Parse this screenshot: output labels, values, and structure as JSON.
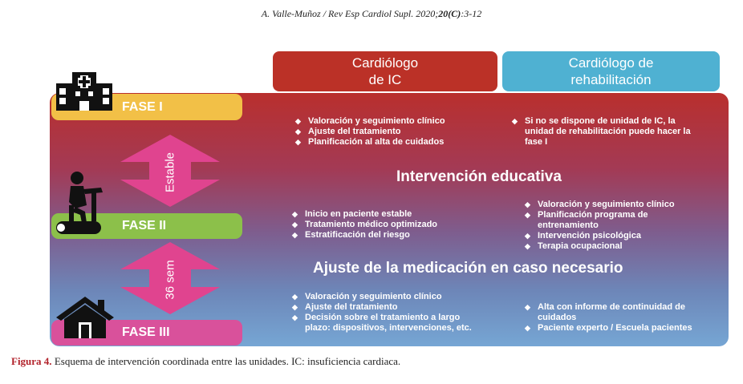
{
  "header": {
    "author_journal": "A. Valle-Muñoz / Rev Esp Cardiol Supl. 2020;",
    "volume": "20(C)",
    "pages": ":3-12"
  },
  "columns": {
    "ic": [
      "Cardiólogo",
      "de IC"
    ],
    "rehab": [
      "Cardiólogo de",
      "rehabilitación"
    ]
  },
  "phases": {
    "fase1": "FASE I",
    "fase2": "FASE II",
    "fase3": "FASE III"
  },
  "arrows": {
    "top": "Estable",
    "bottom": "36 sem"
  },
  "fase1": {
    "ic_items": [
      "Valoración y seguimiento clínico",
      "Ajuste del tratamiento",
      "Planificación al alta de cuidados"
    ],
    "rehab_items": [
      "Si no se dispone de unidad de IC, la unidad de rehabilitación puede hacer la fase I"
    ]
  },
  "shared_1": "Intervención educativa",
  "fase2": {
    "ic_items": [
      "Inicio en paciente estable",
      "Tratamiento médico optimizado",
      "Estratificación del riesgo"
    ],
    "rehab_items": [
      "Valoración y seguimiento clínico",
      "Planificación programa de entrenamiento",
      "Intervención psicológica",
      "Terapia ocupacional"
    ]
  },
  "shared_2": "Ajuste de la medicación en caso necesario",
  "fase3": {
    "ic_items": [
      "Valoración y seguimiento clínico",
      "Ajuste del tratamiento",
      "Decisión sobre el tratamiento a largo plazo: dispositivos, intervenciones, etc."
    ],
    "rehab_items": [
      "Alta con informe de continuidad de cuidados",
      "Paciente experto / Escuela pacientes"
    ]
  },
  "caption": {
    "label": "Figura 4.",
    "text": " Esquema de intervención coordinada entre las unidades. IC: insuficiencia cardiaca."
  },
  "colors": {
    "ic_header": "#bb3127",
    "rehab_header": "#4fb1d2",
    "fase1": "#f2c047",
    "fase2": "#8cc04a",
    "fase3": "#d9519b",
    "arrow": "#e0448f"
  },
  "icons": [
    "hospital-icon",
    "exercise-bike-icon",
    "house-icon"
  ]
}
